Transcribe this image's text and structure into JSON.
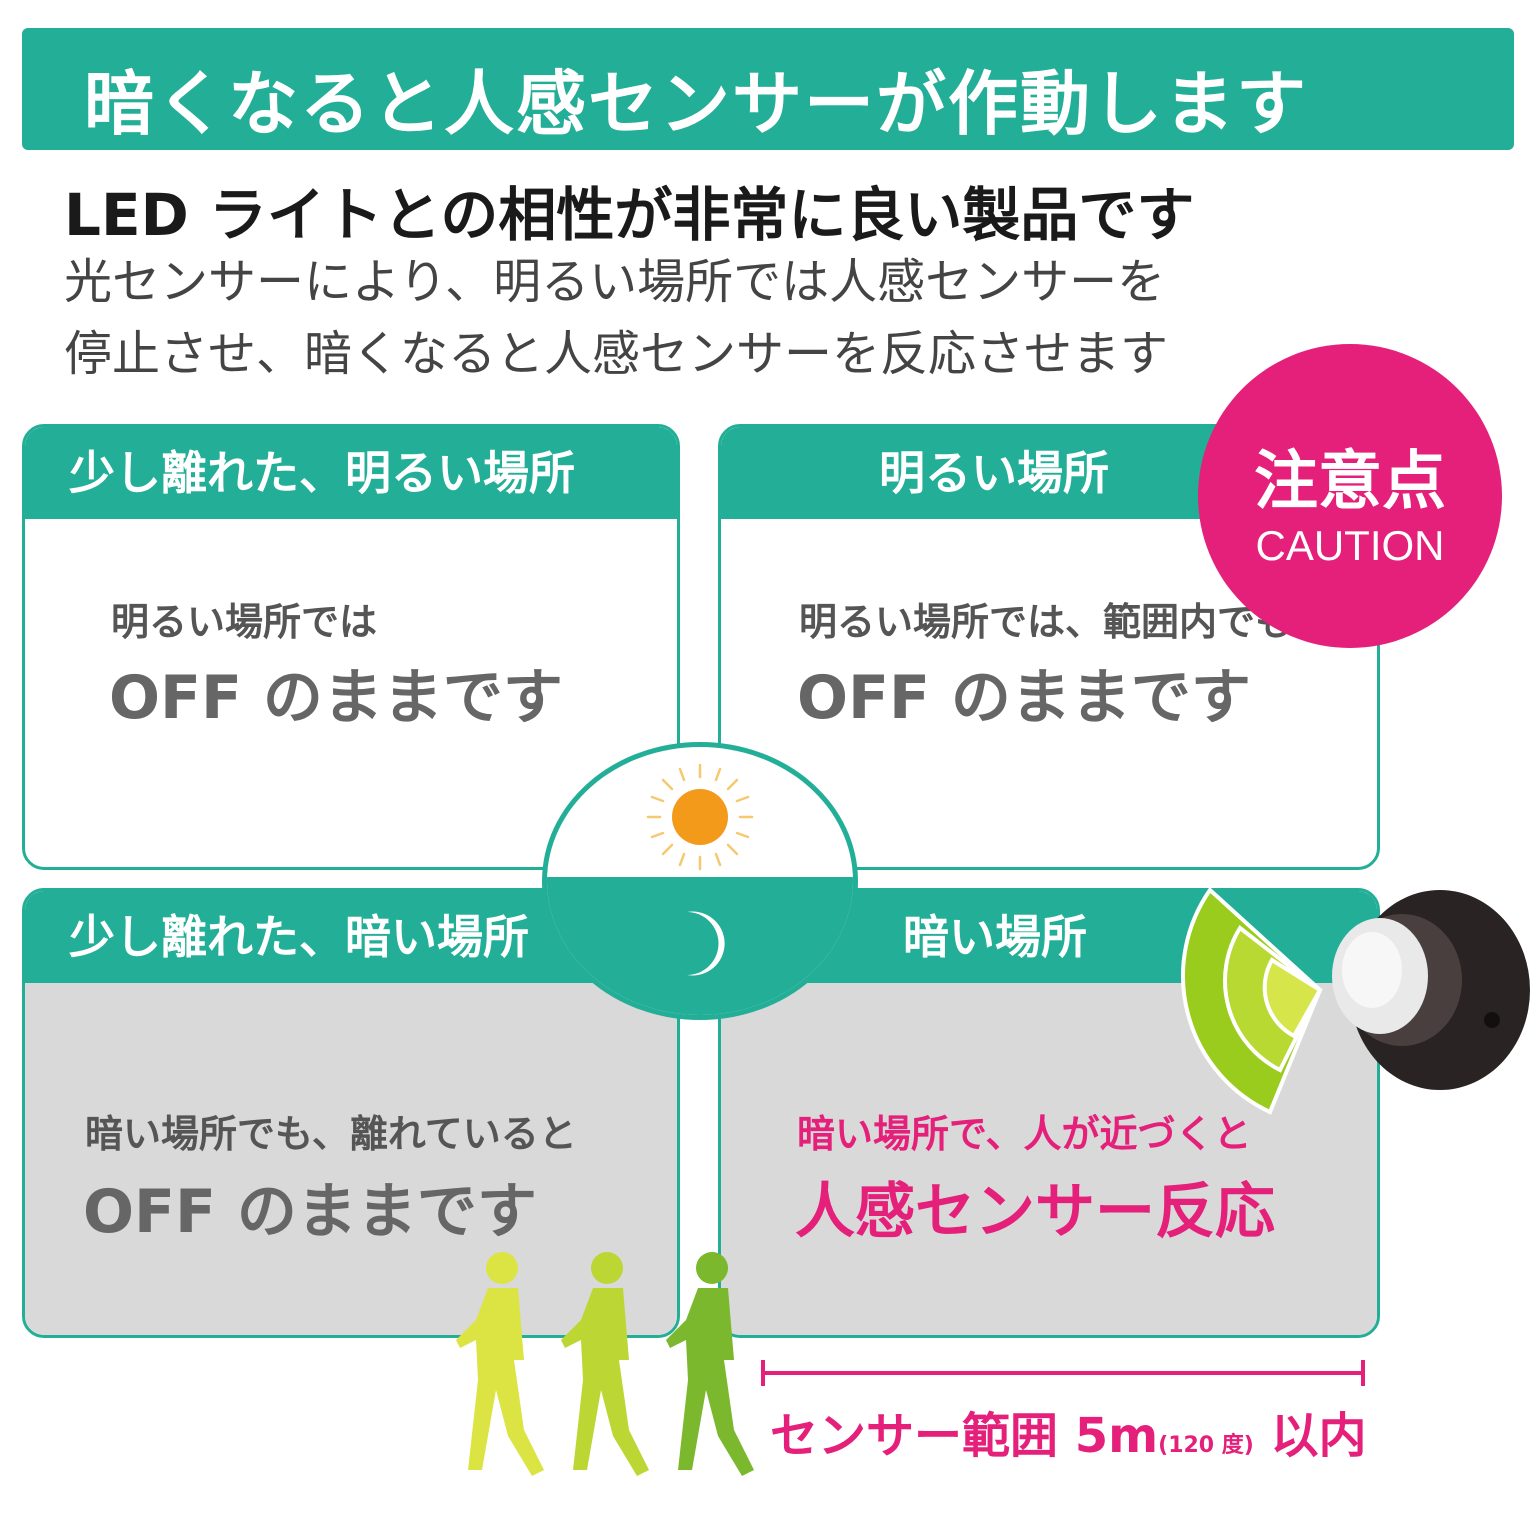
{
  "banner": {
    "title": "暗くなると人感センサーが作動します"
  },
  "subhead": "LED ライトとの相性が非常に良い製品です",
  "description": {
    "line1": "光センサーにより、明るい場所では人感センサーを",
    "line2": "停止させ、暗くなると人感センサーを反応させます"
  },
  "panels": {
    "top_left": {
      "header": "少し離れた、明るい場所",
      "line1": "明るい場所では",
      "line2": "OFF のままです"
    },
    "top_right": {
      "header": "明るい場所",
      "line1": "明るい場所では、範囲内でも",
      "line2": "OFF のままです"
    },
    "bottom_left": {
      "header": "少し離れた、暗い場所",
      "line1": "暗い場所でも、離れていると",
      "line2": "OFF のままです"
    },
    "bottom_right": {
      "header": "暗い場所",
      "line1": "暗い場所で、人が近づくと",
      "line2": "人感センサー反応"
    }
  },
  "caution": {
    "jp": "注意点",
    "en": "CAUTION"
  },
  "range": {
    "label": "センサー範囲 5m",
    "angle": "(120 度)",
    "suffix": " 以内"
  },
  "colors": {
    "teal": "#23ae97",
    "pink": "#e4207a",
    "sun": "#f39a1a",
    "grey": "#d9d9d9"
  },
  "icons": [
    "sun-icon",
    "moon-icon",
    "sensor-light-icon",
    "person-icon"
  ]
}
